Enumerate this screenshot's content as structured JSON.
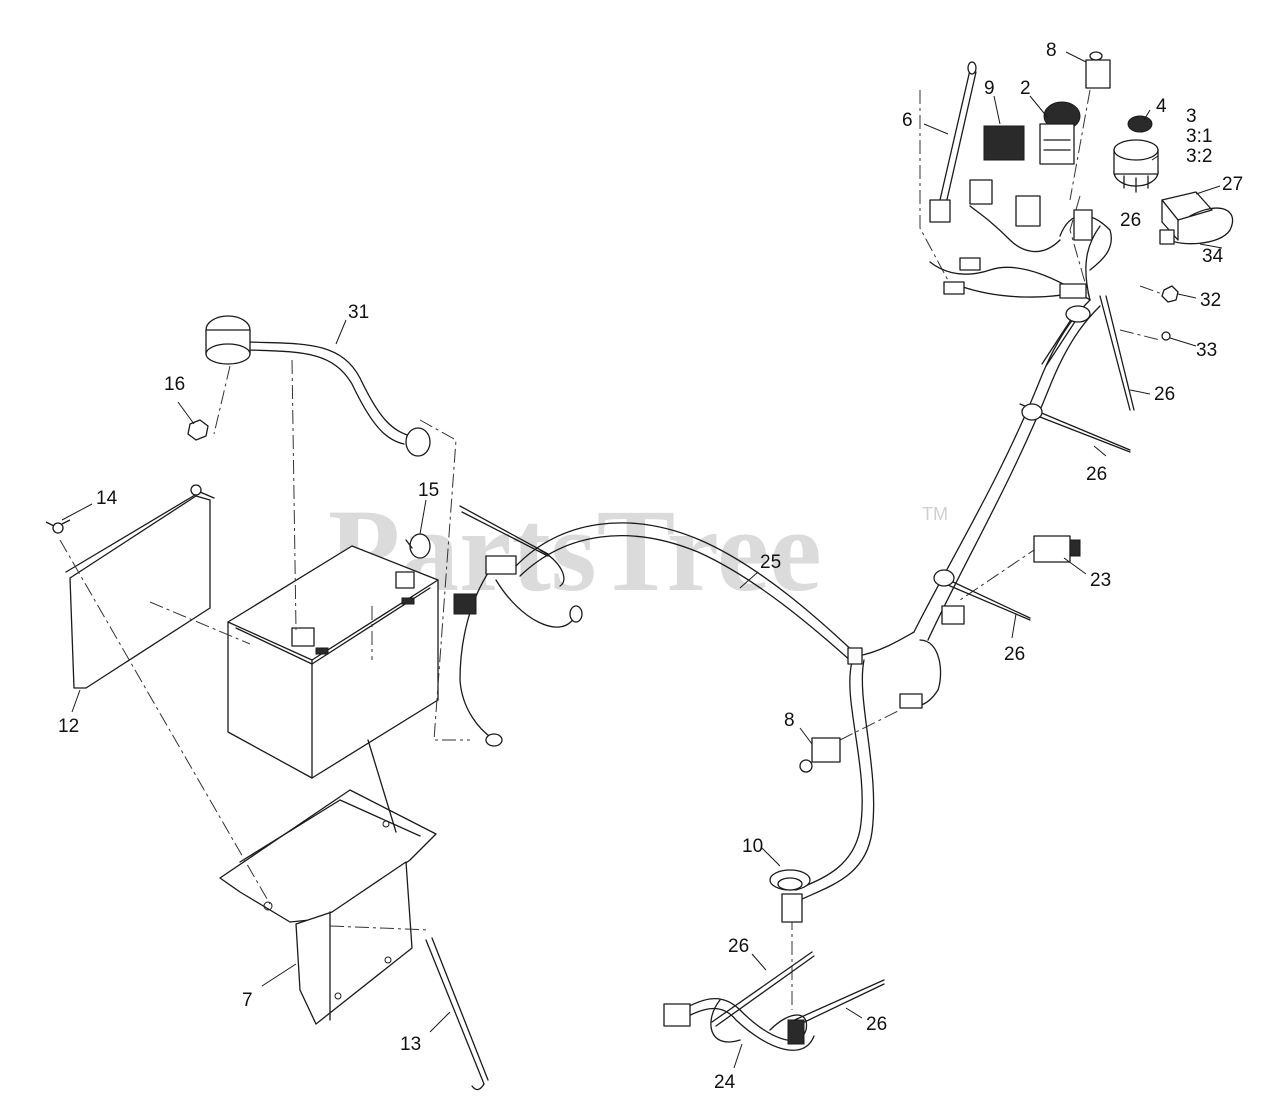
{
  "watermark": {
    "text": "PartsTree",
    "mark": "TM"
  },
  "callouts": [
    {
      "id": "c8a",
      "label": "8"
    },
    {
      "id": "c9",
      "label": "9"
    },
    {
      "id": "c2",
      "label": "2"
    },
    {
      "id": "c4",
      "label": "4"
    },
    {
      "id": "c3",
      "label": "3"
    },
    {
      "id": "c31",
      "label": "3:1"
    },
    {
      "id": "c32a",
      "label": "3:2"
    },
    {
      "id": "c6",
      "label": "6"
    },
    {
      "id": "c27",
      "label": "27"
    },
    {
      "id": "c26a",
      "label": "26"
    },
    {
      "id": "c34",
      "label": "34"
    },
    {
      "id": "c32",
      "label": "32"
    },
    {
      "id": "c33",
      "label": "33"
    },
    {
      "id": "c26b",
      "label": "26"
    },
    {
      "id": "c26c",
      "label": "26"
    },
    {
      "id": "c31b",
      "label": "31"
    },
    {
      "id": "c16",
      "label": "16"
    },
    {
      "id": "c14",
      "label": "14"
    },
    {
      "id": "c15",
      "label": "15"
    },
    {
      "id": "c25",
      "label": "25"
    },
    {
      "id": "c23",
      "label": "23"
    },
    {
      "id": "c26d",
      "label": "26"
    },
    {
      "id": "c12",
      "label": "12"
    },
    {
      "id": "c8b",
      "label": "8"
    },
    {
      "id": "c10",
      "label": "10"
    },
    {
      "id": "c26e",
      "label": "26"
    },
    {
      "id": "c26f",
      "label": "26"
    },
    {
      "id": "c7",
      "label": "7"
    },
    {
      "id": "c13",
      "label": "13"
    },
    {
      "id": "c24",
      "label": "24"
    }
  ]
}
